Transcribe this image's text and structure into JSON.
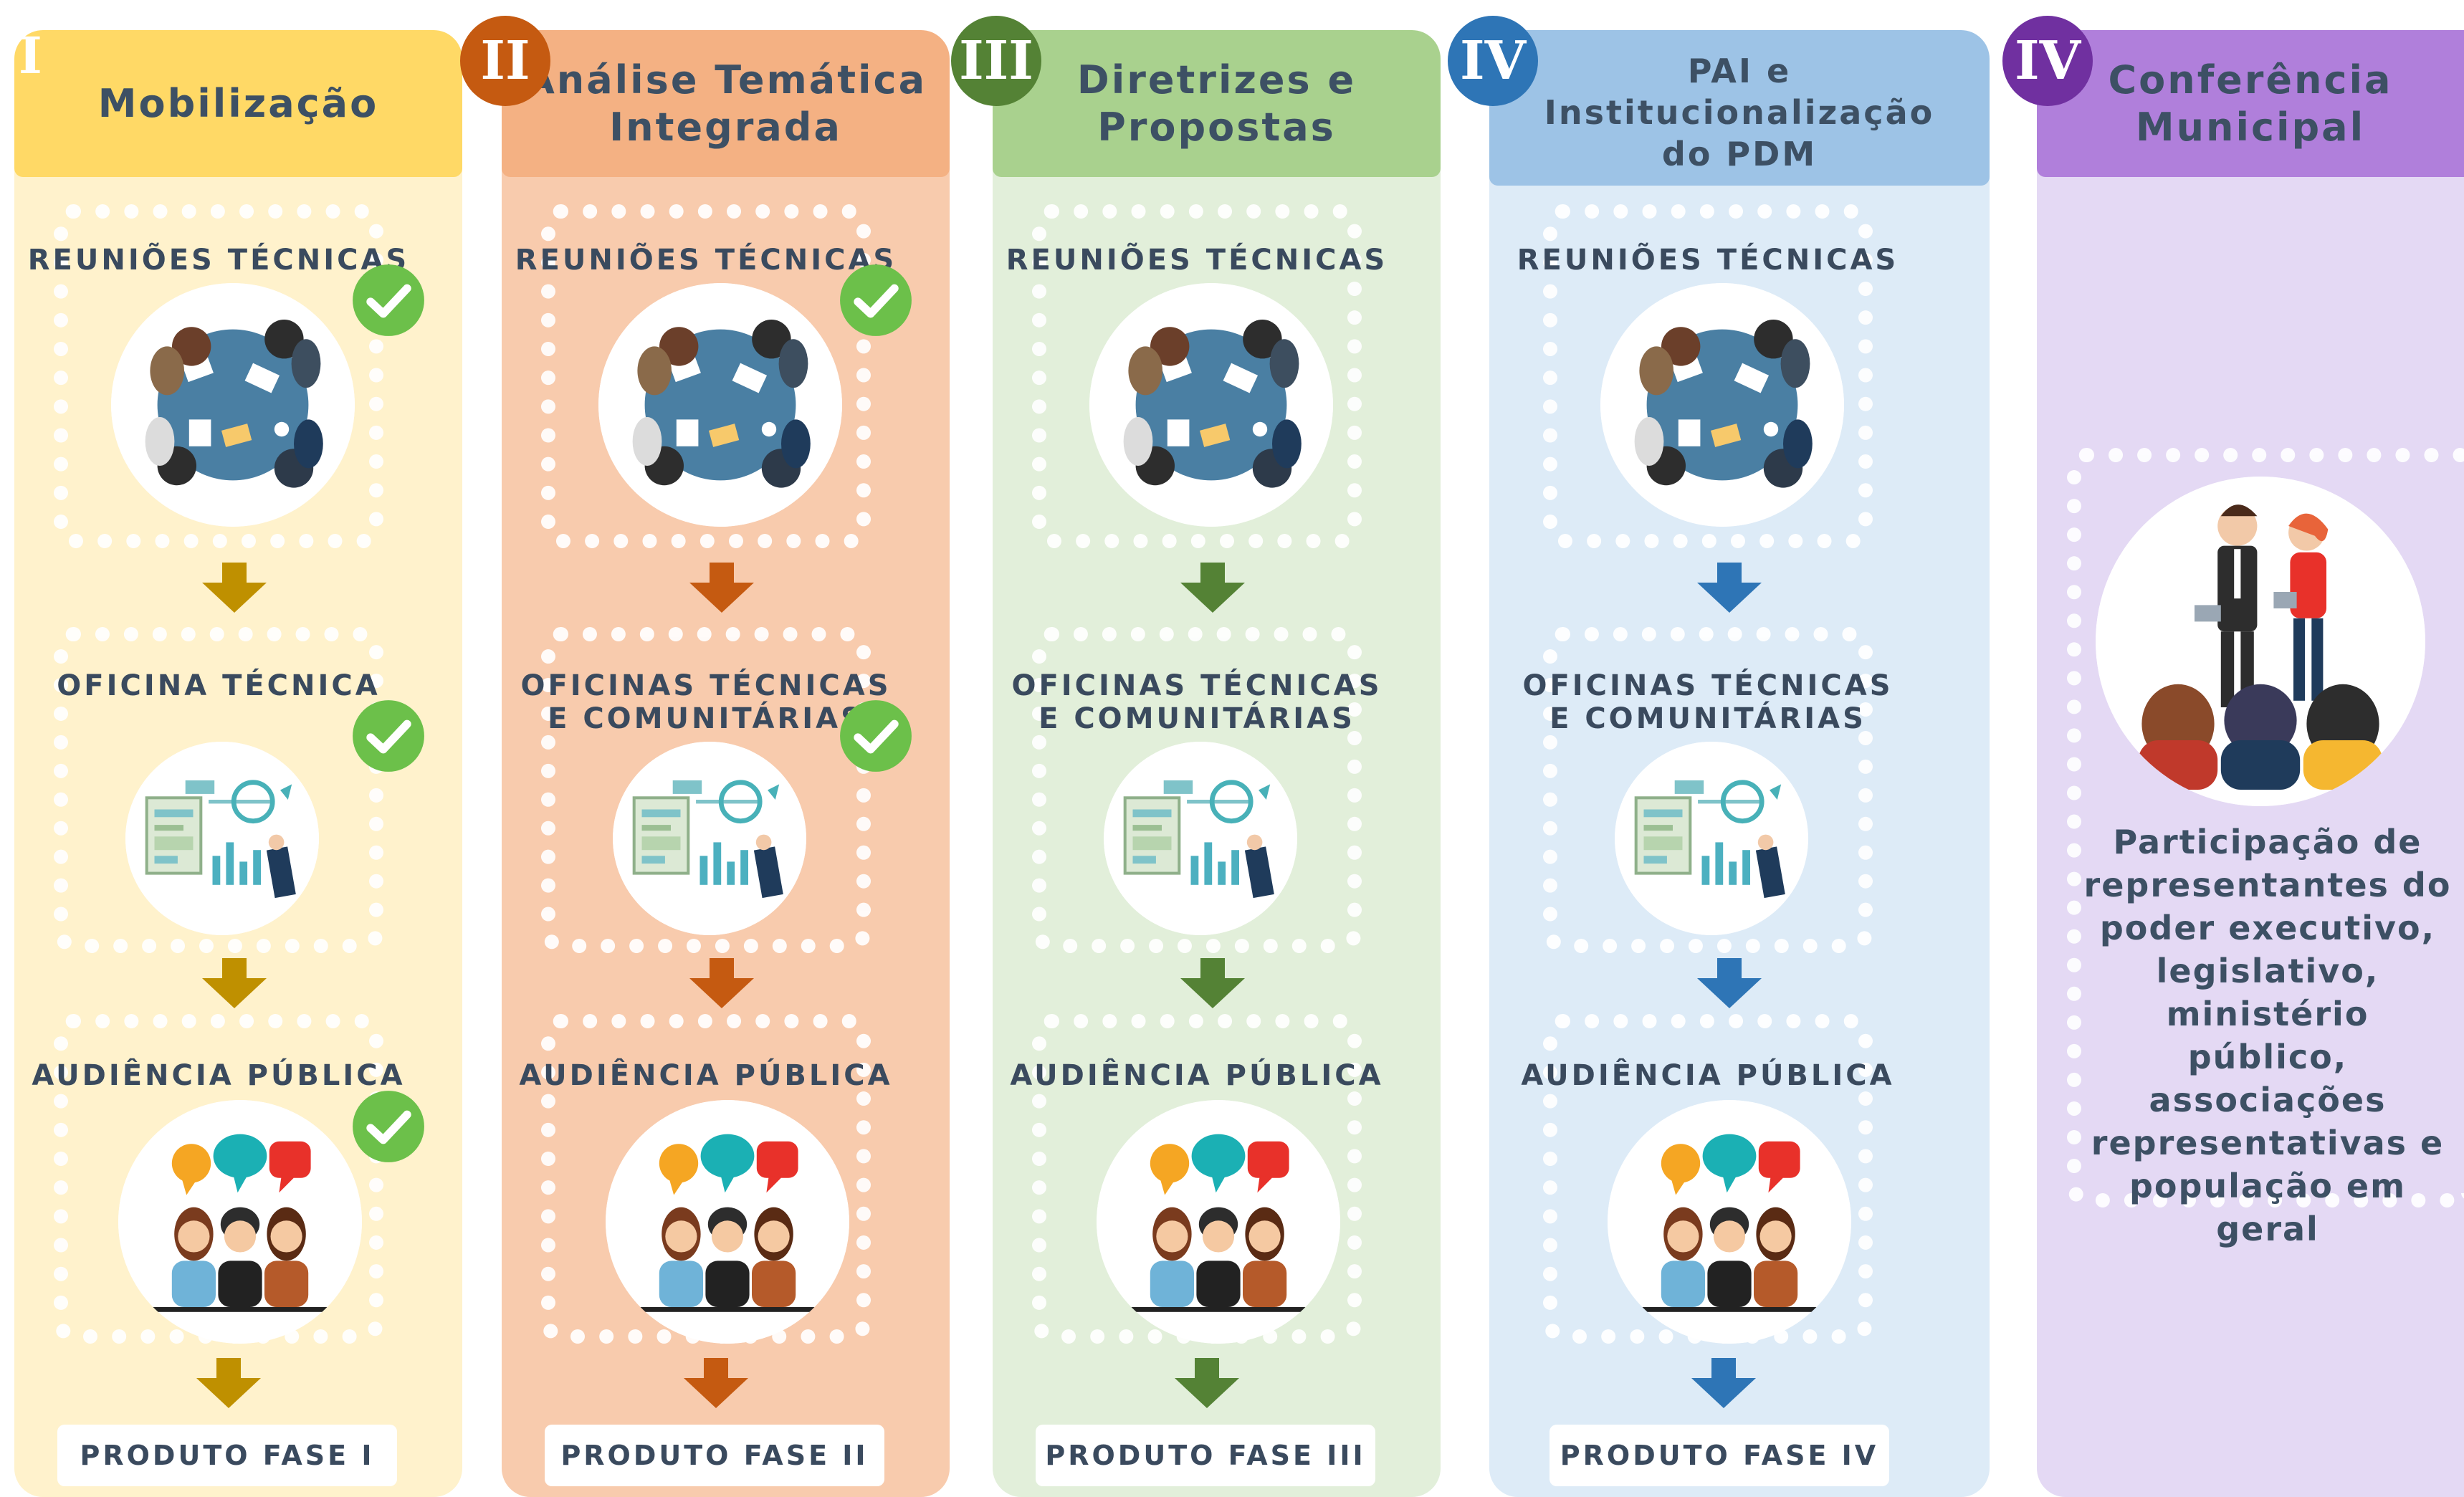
{
  "phases": [
    {
      "numeral": "I",
      "title": "Mobilização",
      "stages": [
        {
          "label_line1": "REUNIÕES TÉCNICAS",
          "label_line2": ""
        },
        {
          "label_line1": "OFICINA TÉCNICA",
          "label_line2": ""
        },
        {
          "label_line1": "AUDIÊNCIA PÚBLICA",
          "label_line2": ""
        }
      ],
      "completed": [
        true,
        true,
        true
      ],
      "product": "PRODUTO FASE I",
      "colors": {
        "bg": "#fff2cc",
        "header": "#ffd966",
        "arrow": "#bf9000"
      }
    },
    {
      "numeral": "II",
      "title_line1": "Análise Temática",
      "title_line2": "Integrada",
      "stages": [
        {
          "label_line1": "REUNIÕES TÉCNICAS",
          "label_line2": ""
        },
        {
          "label_line1": "OFICINAS TÉCNICAS",
          "label_line2": "E COMUNITÁRIAS"
        },
        {
          "label_line1": "AUDIÊNCIA PÚBLICA",
          "label_line2": ""
        }
      ],
      "completed": [
        true,
        true,
        false
      ],
      "product": "PRODUTO FASE II",
      "colors": {
        "bg": "#f8cbad",
        "header": "#f4b183",
        "badge": "#c55a11",
        "arrow": "#c55a11"
      }
    },
    {
      "numeral": "III",
      "title_line1": "Diretrizes e",
      "title_line2": "Propostas",
      "stages": [
        {
          "label_line1": "REUNIÕES TÉCNICAS",
          "label_line2": ""
        },
        {
          "label_line1": "OFICINAS TÉCNICAS",
          "label_line2": "E COMUNITÁRIAS"
        },
        {
          "label_line1": "AUDIÊNCIA PÚBLICA",
          "label_line2": ""
        }
      ],
      "completed": [
        false,
        false,
        false
      ],
      "product": "PRODUTO FASE III",
      "colors": {
        "bg": "#e2efda",
        "header": "#a9d18e",
        "badge": "#548235",
        "arrow": "#548235"
      }
    },
    {
      "numeral": "IV",
      "title_line1": "PAI e Institucionalização",
      "title_line2": "do PDM",
      "stages": [
        {
          "label_line1": "REUNIÕES TÉCNICAS",
          "label_line2": ""
        },
        {
          "label_line1": "OFICINAS TÉCNICAS",
          "label_line2": "E COMUNITÁRIAS"
        },
        {
          "label_line1": "AUDIÊNCIA PÚBLICA",
          "label_line2": ""
        }
      ],
      "completed": [
        false,
        false,
        false
      ],
      "product": "PRODUTO FASE IV",
      "colors": {
        "bg": "#ddebf7",
        "header": "#9dc3e6",
        "badge": "#2e75b6",
        "arrow": "#2e75b6"
      }
    },
    {
      "numeral": "IV",
      "title_line1": "Conferência",
      "title_line2": "Municipal",
      "description": "Participação de representantes do poder executivo, legislativo, ministério público, associações representativas e população em geral",
      "colors": {
        "bg": "#e4d9f4",
        "header": "#b07fdb",
        "badge": "#7030a0"
      }
    }
  ],
  "icons": {
    "meeting": "meeting-table-icon",
    "workshop": "workshop-presentation-icon",
    "audience": "public-hearing-icon",
    "conference": "conference-speakers-icon",
    "check": "check-icon",
    "arrow": "arrow-down-icon"
  }
}
